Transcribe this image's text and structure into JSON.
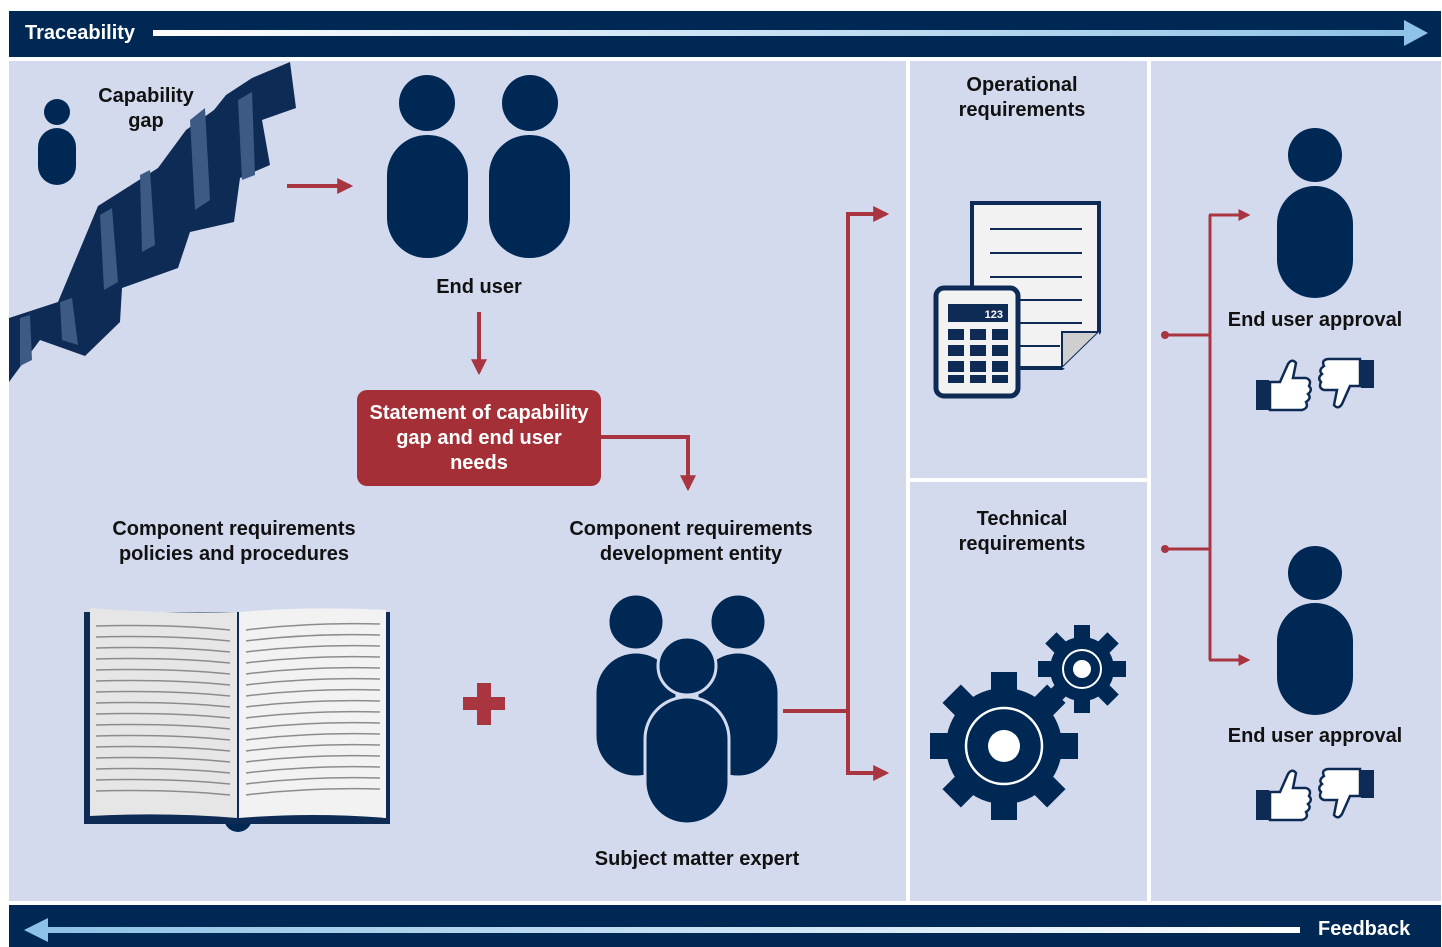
{
  "banner_top": {
    "label": "Traceability"
  },
  "banner_bottom": {
    "label": "Feedback"
  },
  "labels": {
    "capability_gap": "Capability\ngap",
    "end_user": "End user",
    "statement": "Statement of capability\ngap and end user\nneeds",
    "component_policies": "Component requirements\npolicies and procedures",
    "component_dev": "Component requirements\ndevelopment entity",
    "sme": "Subject matter expert",
    "operational": "Operational\nrequirements",
    "technical": "Technical\nrequirements",
    "approval_1": "End user approval",
    "approval_2": "End user approval",
    "calculator_display": "123"
  },
  "colors": {
    "navy": "#002855",
    "panel": "#d4daee",
    "arrow_red": "#a83540",
    "box_red": "#a52f37",
    "arrow_light": "#8ec2e6"
  }
}
